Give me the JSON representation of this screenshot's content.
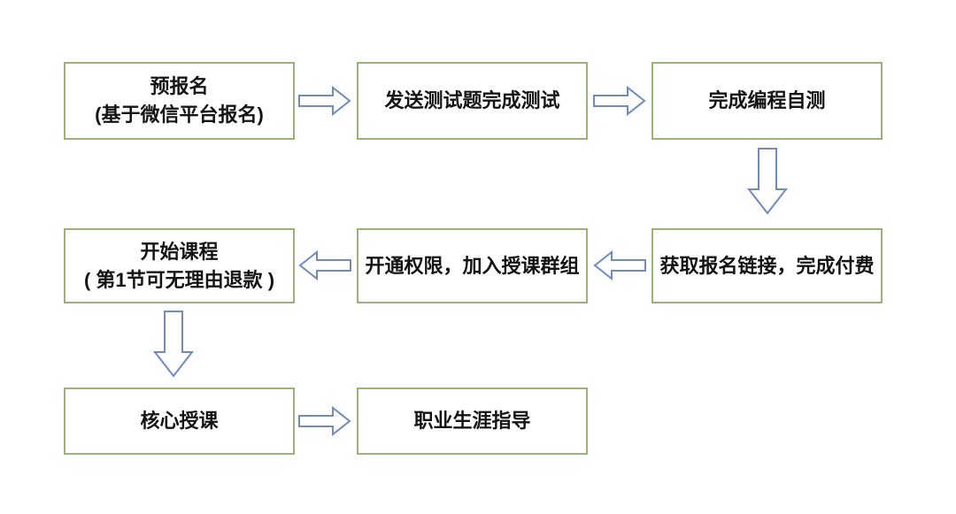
{
  "diagram": {
    "type": "flowchart",
    "background_color": "#ffffff",
    "box_border_color": "#9ab27a",
    "arrow_outline_color": "#6e8cbe",
    "text_color": "#141414",
    "nodes": {
      "pre_register": {
        "line1": "预报名",
        "line2": "(基于微信平台报名)"
      },
      "send_test": {
        "line1": "发送测试题完成测试"
      },
      "coding_self_test": {
        "line1": "完成编程自测"
      },
      "get_link_pay": {
        "line1": "获取报名链接，完成付费"
      },
      "open_access": {
        "line1": "开通权限，加入授课群组"
      },
      "start_course": {
        "line1": "开始课程",
        "line2": "( 第1节可无理由退款 )"
      },
      "core_teaching": {
        "line1": "核心授课"
      },
      "career_guidance": {
        "line1": "职业生涯指导"
      }
    },
    "edges": [
      {
        "from": "pre_register",
        "to": "send_test",
        "direction": "right"
      },
      {
        "from": "send_test",
        "to": "coding_self_test",
        "direction": "right"
      },
      {
        "from": "coding_self_test",
        "to": "get_link_pay",
        "direction": "down"
      },
      {
        "from": "get_link_pay",
        "to": "open_access",
        "direction": "left"
      },
      {
        "from": "open_access",
        "to": "start_course",
        "direction": "left"
      },
      {
        "from": "start_course",
        "to": "core_teaching",
        "direction": "down"
      },
      {
        "from": "core_teaching",
        "to": "career_guidance",
        "direction": "right"
      }
    ]
  }
}
